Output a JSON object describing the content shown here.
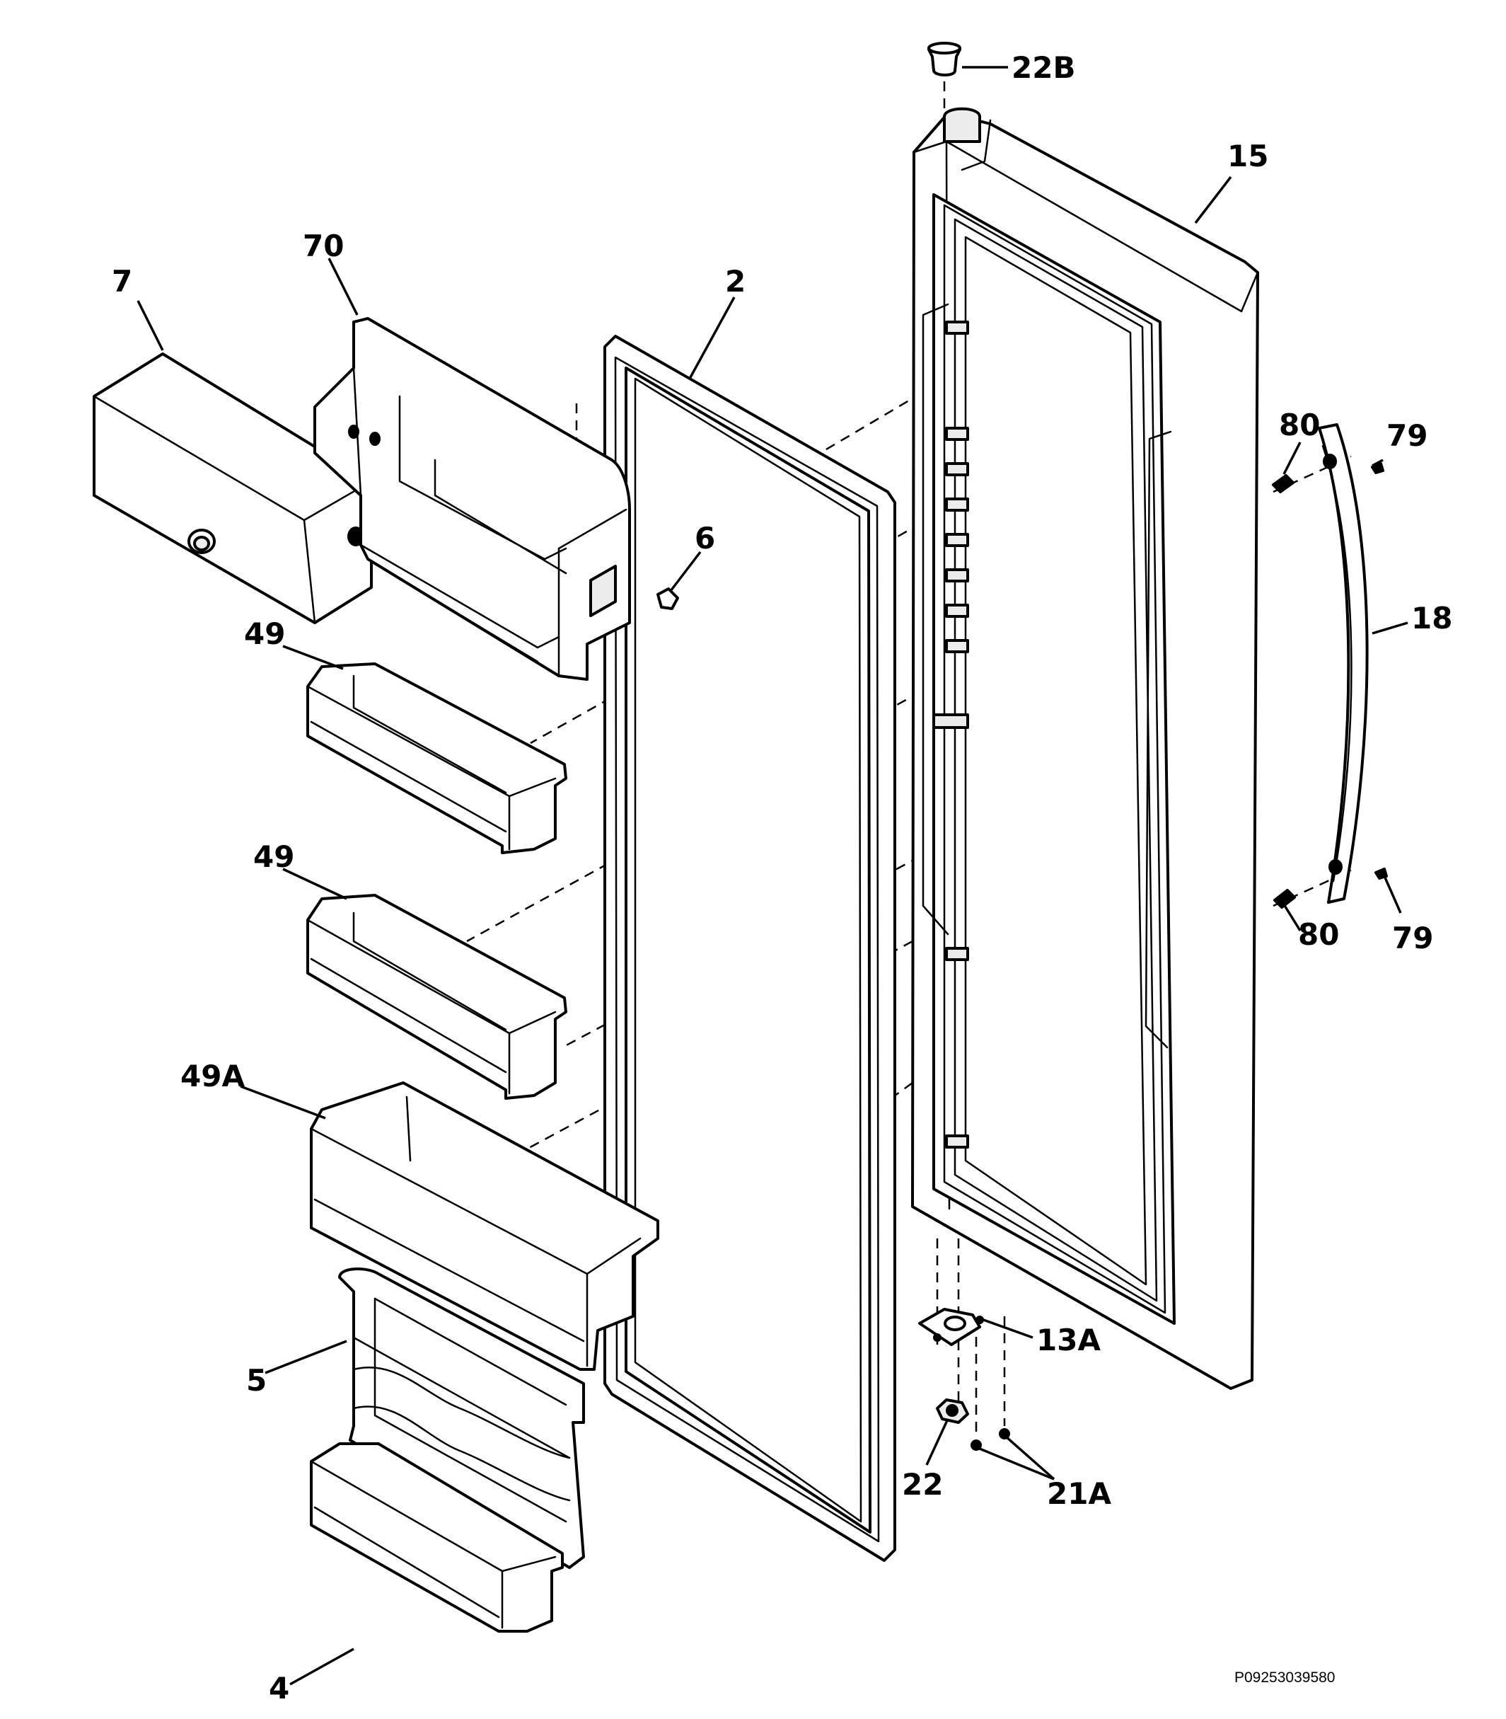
{
  "callouts": {
    "c22B": "22B",
    "c15": "15",
    "c70": "70",
    "c7": "7",
    "c2": "2",
    "c80a": "80",
    "c79a": "79",
    "c6": "6",
    "c49a": "49",
    "c18": "18",
    "c49b": "49",
    "c80b": "80",
    "c79b": "79",
    "c49A": "49A",
    "c13A": "13A",
    "c5": "5",
    "c22": "22",
    "c21A": "21A",
    "c4": "4"
  },
  "drawing_code": "P09253039580"
}
